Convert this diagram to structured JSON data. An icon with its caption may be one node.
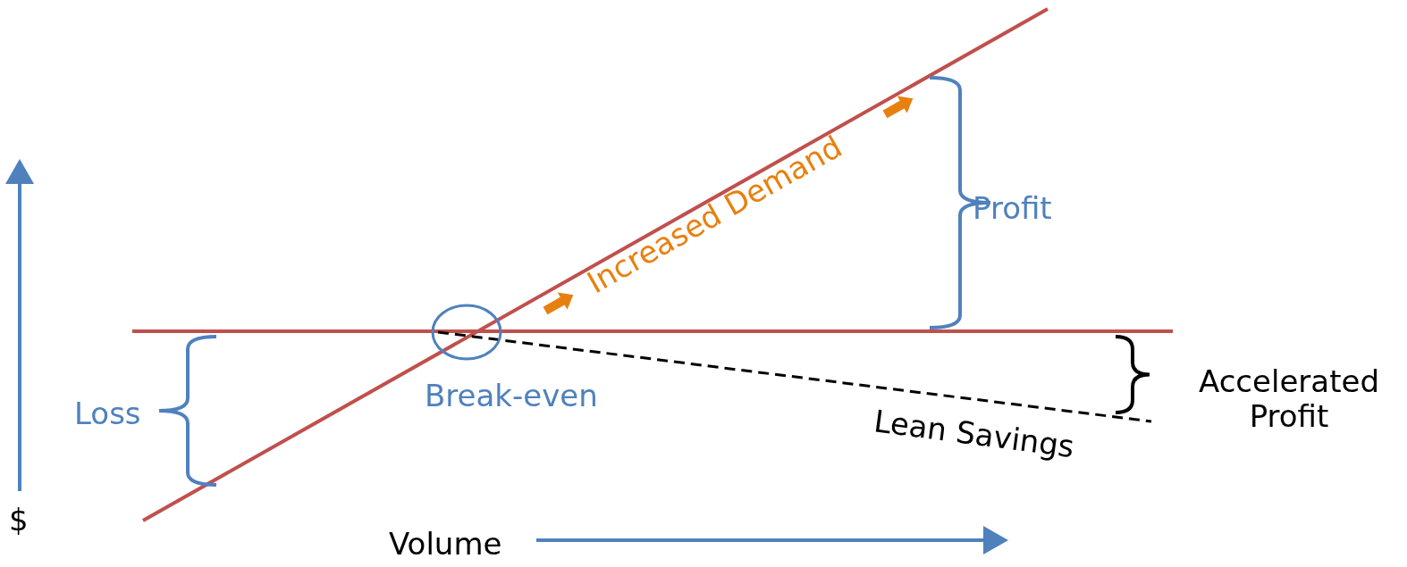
{
  "diagram": {
    "labels": [
      "Increased Demand",
      "Profit",
      "Loss",
      "Break-even",
      "Lean Savings",
      "Accelerated Profit",
      "$",
      "Volume"
    ]
  }
}
